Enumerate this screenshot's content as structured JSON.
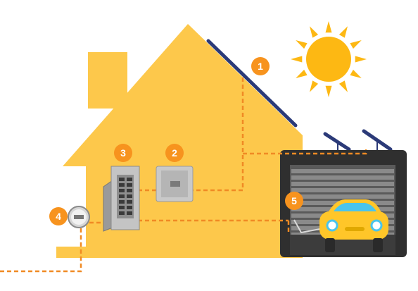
{
  "colors": {
    "house": "#FDC84B",
    "badge": "#F7931E",
    "panel": "#2B3A78",
    "wire": "#F08A24",
    "garage": "#2F2F2F",
    "sun": "#FDB813",
    "car": "#FFC629"
  },
  "markers": [
    {
      "id": "1",
      "label": "1"
    },
    {
      "id": "2",
      "label": "2"
    },
    {
      "id": "3",
      "label": "3"
    },
    {
      "id": "4",
      "label": "4"
    },
    {
      "id": "5",
      "label": "5"
    }
  ],
  "icons": [
    "sun-icon",
    "solar-panel-icon",
    "inverter-icon",
    "breaker-panel-icon",
    "utility-meter-icon",
    "car-icon",
    "ev-charger-icon"
  ]
}
